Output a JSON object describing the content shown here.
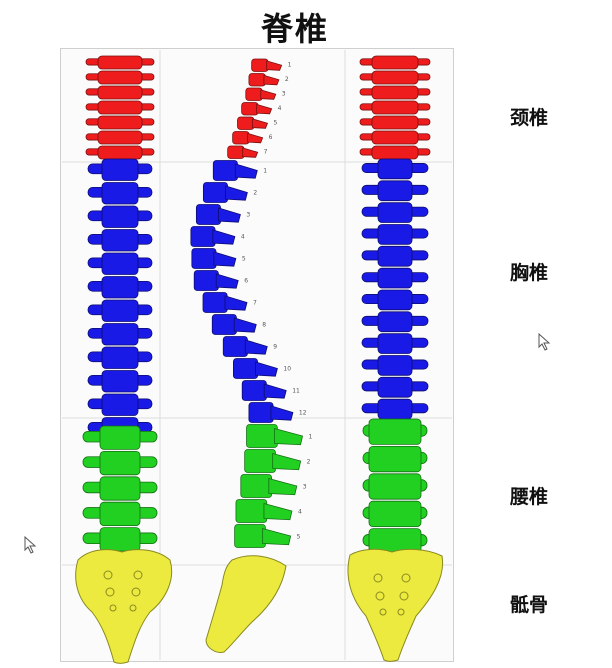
{
  "title": "脊椎",
  "regions": [
    {
      "key": "cervical",
      "label": "颈椎",
      "color": "#ee1c1c"
    },
    {
      "key": "thoracic",
      "label": "胸椎",
      "color": "#1a1ae6"
    },
    {
      "key": "lumbar",
      "label": "腰椎",
      "color": "#22d022"
    },
    {
      "key": "sacrum",
      "label": "骶骨",
      "color": "#ecea3e"
    }
  ],
  "vertebra_numbers": {
    "cervical": [
      "1",
      "2",
      "3",
      "4",
      "5",
      "6",
      "7"
    ],
    "thoracic": [
      "1",
      "2",
      "3",
      "4",
      "5",
      "6",
      "7",
      "8",
      "9",
      "10",
      "11",
      "12"
    ],
    "lumbar": [
      "1",
      "2",
      "3",
      "4",
      "5"
    ]
  },
  "icons": [
    "cursor-arrow-icon",
    "cursor-arrow-icon"
  ]
}
